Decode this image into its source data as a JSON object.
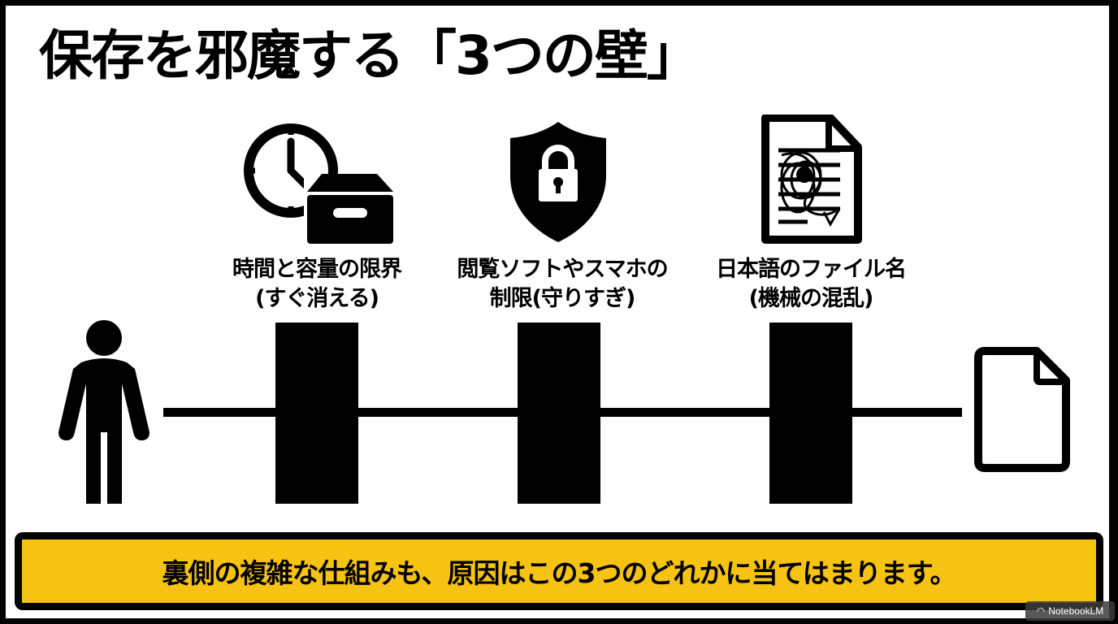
{
  "title": "保存を邪魔する「3つの壁」",
  "walls": [
    {
      "icon": "clock-box-icon",
      "line1": "時間と容量の限界",
      "line2": "(すぐ消える)"
    },
    {
      "icon": "shield-lock-icon",
      "line1": "閲覧ソフトやスマホの",
      "line2": "制限(守りすぎ)"
    },
    {
      "icon": "garbled-file-icon",
      "line1": "日本語のファイル名",
      "line2": "(機械の混乱)"
    }
  ],
  "start": {
    "icon": "person-icon"
  },
  "end": {
    "icon": "file-icon"
  },
  "banner": {
    "text": "裏側の複雑な仕組みも、原因はこの3つのどれかに当てはまります。",
    "color": "#F6C312"
  },
  "watermark": {
    "text": "NotebookLM"
  }
}
